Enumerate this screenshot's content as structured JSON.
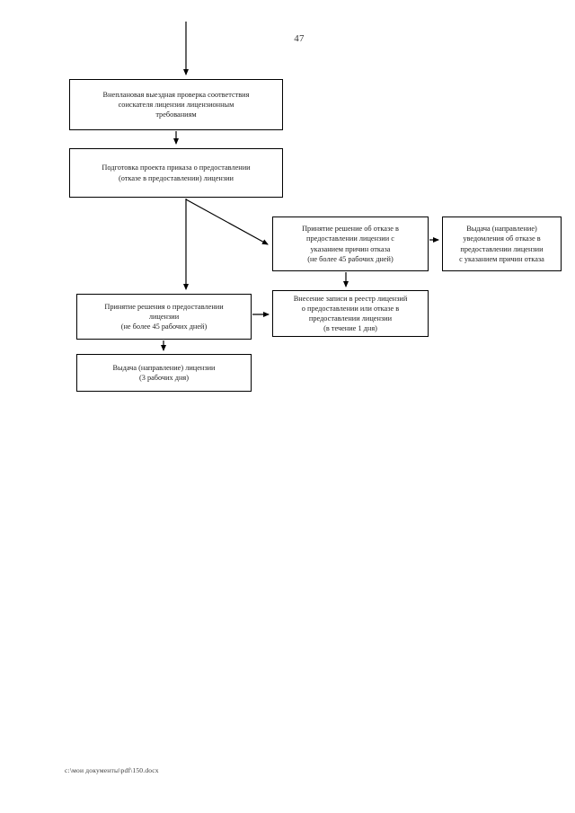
{
  "document": {
    "page_number": "47",
    "footer_path": "c:\\мои документы\\pdf\\150.docx"
  },
  "flowchart": {
    "nodes": [
      {
        "id": "inspection",
        "text": "Внеплановая выездная проверка соответствия\nсоискателя лицензии лицензионным\nтребованиям"
      },
      {
        "id": "draft-order",
        "text": "Подготовка проекта приказа о предоставлении\n(отказе в предоставлении) лицензии"
      },
      {
        "id": "refusal",
        "text": "Принятие решение об отказе в\nпредоставлении лицензии с\nуказанием причин отказа\n(не более 45 рабочих дней)"
      },
      {
        "id": "refusal-notice",
        "text": "Выдача (направление)\nуведомления об отказе в\nпредоставлении лицензии\nс указанием причин отказа"
      },
      {
        "id": "registry",
        "text": "Внесение записи в реестр лицензий\nо предоставлении или отказе в\nпредоставлении лицензии\n(в течение 1 дня)"
      },
      {
        "id": "grant-decision",
        "text": "Принятие решения о предоставлении\nлицензии\n(не более 45 рабочих дней)"
      },
      {
        "id": "issue-license",
        "text": "Выдача (направление) лицензии\n(3 рабочих дня)"
      }
    ],
    "edges": [
      {
        "id": "entry-to-inspection",
        "from": "page-top",
        "to": "inspection"
      },
      {
        "id": "inspection-to-draft-order",
        "from": "inspection",
        "to": "draft-order"
      },
      {
        "id": "draft-order-to-refusal",
        "from": "draft-order",
        "to": "refusal"
      },
      {
        "id": "draft-order-to-grant-decision",
        "from": "draft-order",
        "to": "grant-decision"
      },
      {
        "id": "refusal-to-refusal-notice",
        "from": "refusal",
        "to": "refusal-notice"
      },
      {
        "id": "refusal-to-registry",
        "from": "refusal",
        "to": "registry"
      },
      {
        "id": "grant-decision-to-registry",
        "from": "grant-decision",
        "to": "registry"
      },
      {
        "id": "grant-decision-to-issue-license",
        "from": "grant-decision",
        "to": "issue-license"
      }
    ],
    "colors": {
      "border": "#000000",
      "background": "#ffffff",
      "text": "#1c1c1c",
      "connector": "#000000"
    }
  }
}
